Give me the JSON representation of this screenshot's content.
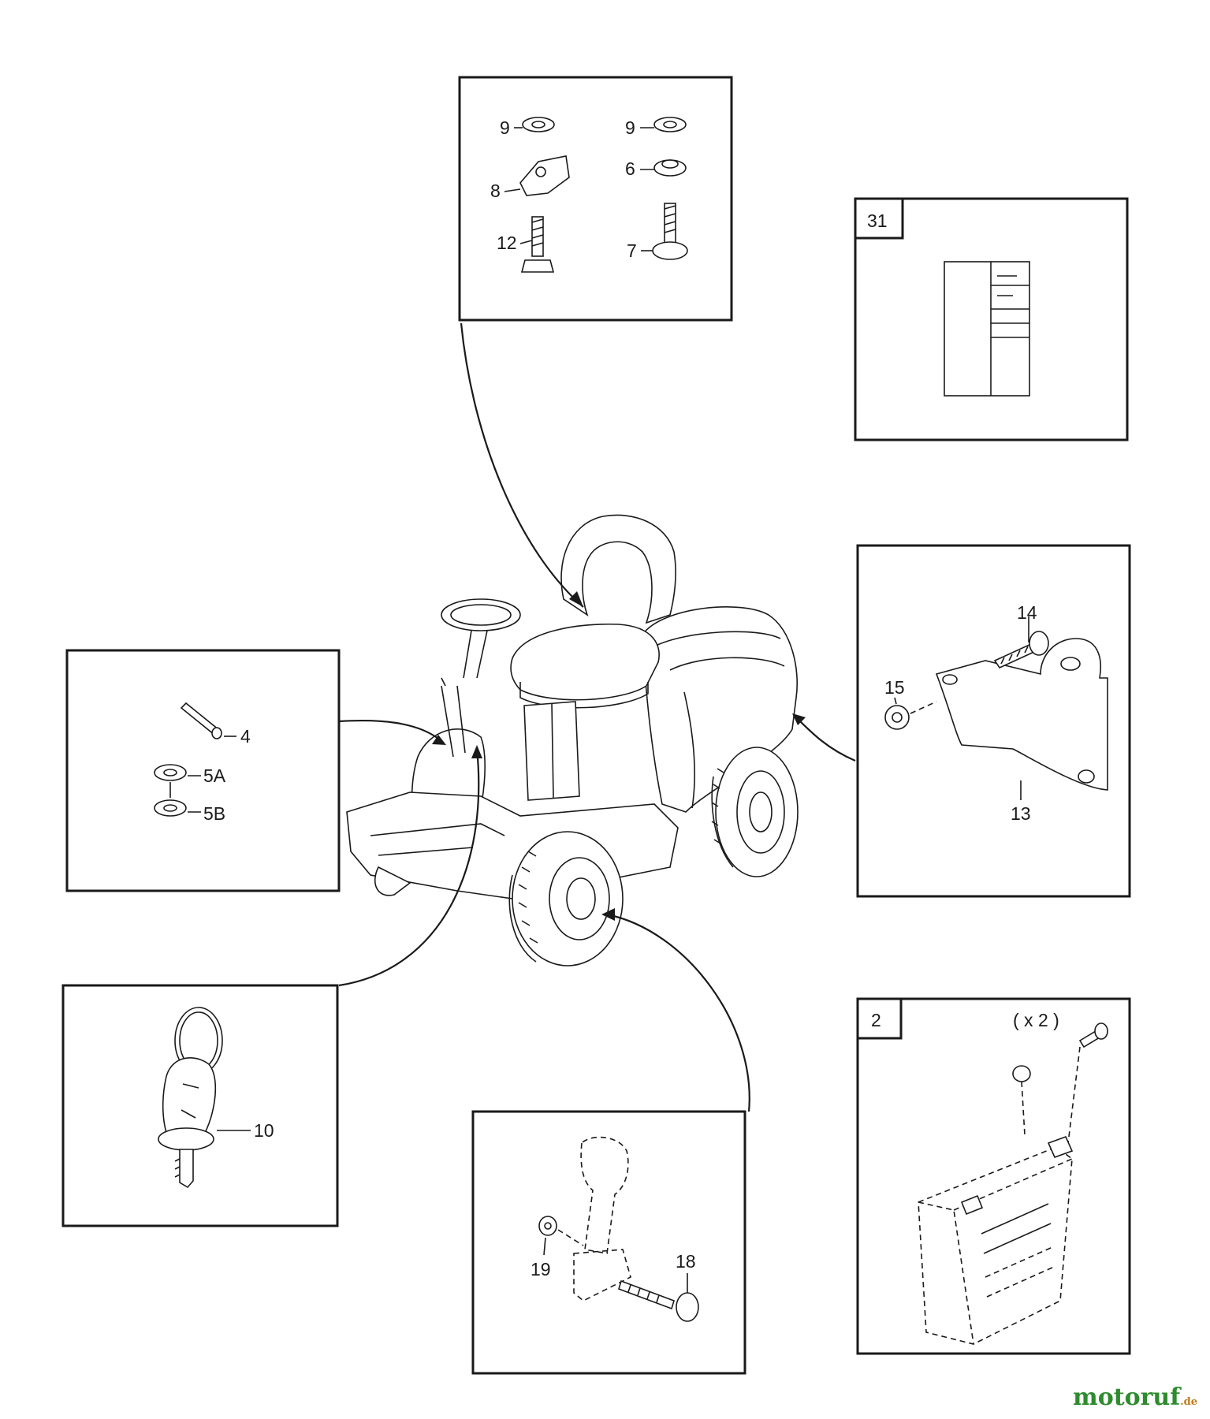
{
  "panel_top": {
    "labels": [
      "9",
      "8",
      "12",
      "9",
      "6",
      "7"
    ]
  },
  "panel_31": {
    "number": "31"
  },
  "panel_keys": {
    "labels": [
      "4",
      "5A",
      "5B"
    ]
  },
  "panel_bracket": {
    "labels": [
      "14",
      "15",
      "13"
    ]
  },
  "panel_key": {
    "labels": [
      "10"
    ]
  },
  "panel_pedal": {
    "labels": [
      "19",
      "18"
    ]
  },
  "panel_battery": {
    "number": "2",
    "quantity": "( x 2 )"
  },
  "watermark": {
    "brand": "motoruf",
    "domain": ".de"
  }
}
